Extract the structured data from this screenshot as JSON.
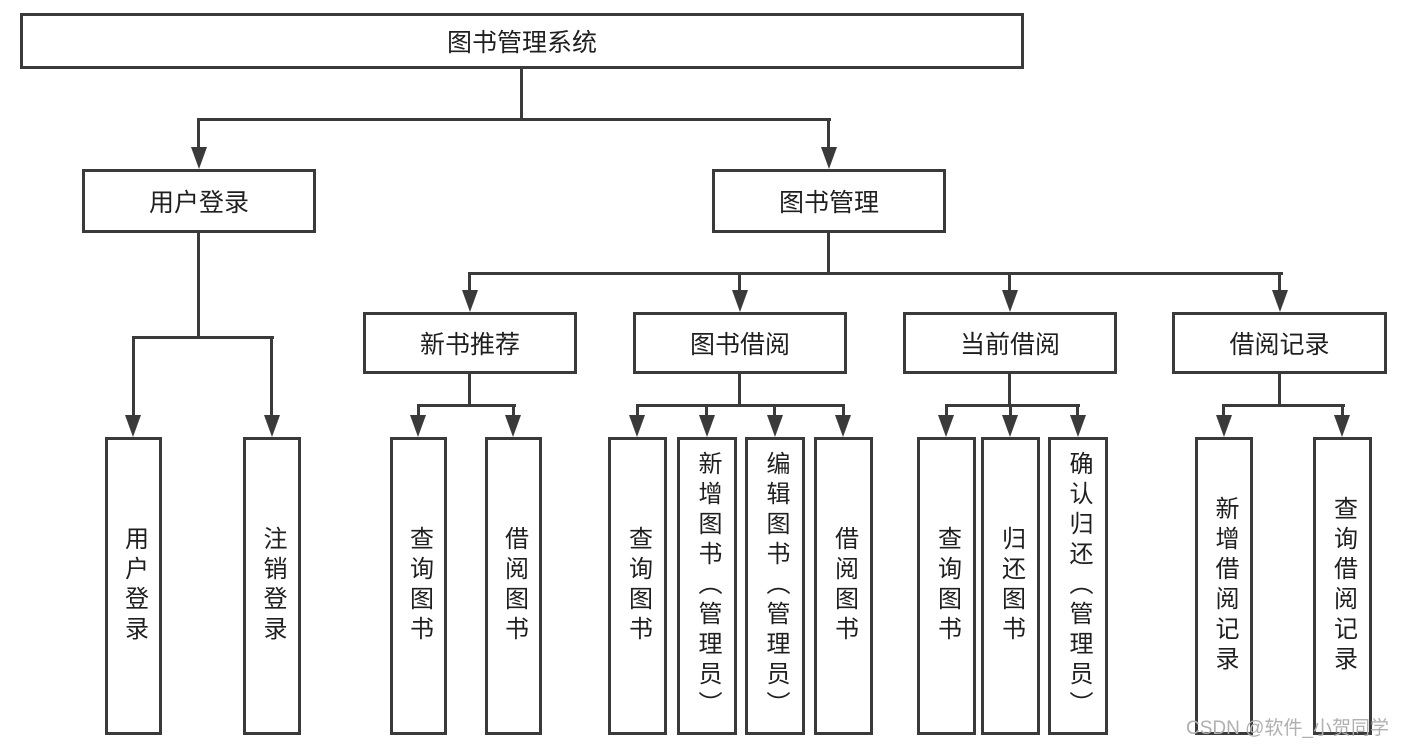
{
  "diagram": {
    "type": "hierarchy-tree",
    "root": {
      "label": "图书管理系统"
    },
    "level2": [
      {
        "label": "用户登录",
        "parent": "图书管理系统"
      },
      {
        "label": "图书管理",
        "parent": "图书管理系统"
      }
    ],
    "level3": [
      {
        "label": "新书推荐",
        "parent": "图书管理"
      },
      {
        "label": "图书借阅",
        "parent": "图书管理"
      },
      {
        "label": "当前借阅",
        "parent": "图书管理"
      },
      {
        "label": "借阅记录",
        "parent": "图书管理"
      }
    ],
    "leaves": [
      {
        "label": "用户登录",
        "parent": "用户登录"
      },
      {
        "label": "注销登录",
        "parent": "用户登录"
      },
      {
        "label": "查询图书",
        "parent": "新书推荐"
      },
      {
        "label": "借阅图书",
        "parent": "新书推荐"
      },
      {
        "label": "查询图书",
        "parent": "图书借阅"
      },
      {
        "label": "新增图书（管理员）",
        "parent": "图书借阅"
      },
      {
        "label": "编辑图书（管理员）",
        "parent": "图书借阅"
      },
      {
        "label": "借阅图书",
        "parent": "图书借阅"
      },
      {
        "label": "查询图书",
        "parent": "当前借阅"
      },
      {
        "label": "归还图书",
        "parent": "当前借阅"
      },
      {
        "label": "确认归还（管理员）",
        "parent": "当前借阅"
      },
      {
        "label": "新增借阅记录",
        "parent": "借阅记录"
      },
      {
        "label": "查询借阅记录",
        "parent": "借阅记录"
      }
    ]
  },
  "watermark": {
    "text": "CSDN @软件_小贺同学"
  },
  "colors": {
    "line": "#3a3a3a",
    "text": "#1f1f1f",
    "watermark": "#b0b0b0",
    "background": "#ffffff"
  }
}
